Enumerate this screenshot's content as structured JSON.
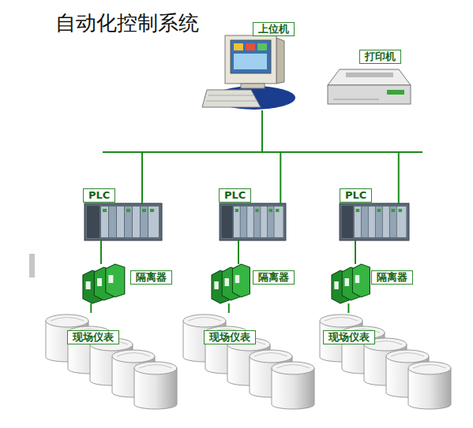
{
  "diagram": {
    "title": "自动化控制系统",
    "nodes": [
      {
        "text": [
          "上位机"
        ]
      },
      {
        "text": [
          "打印机"
        ]
      },
      {
        "text": [
          "PLC"
        ]
      },
      {
        "text": [
          "PLC"
        ]
      },
      {
        "text": [
          "PLC"
        ]
      },
      {
        "text": [
          "隔离器"
        ]
      },
      {
        "text": [
          "隔离器"
        ]
      },
      {
        "text": [
          "隔离器"
        ]
      },
      {
        "text": [
          "现场仪表"
        ]
      },
      {
        "text": [
          "现场仪表"
        ]
      },
      {
        "text": [
          "现场仪表"
        ]
      }
    ],
    "edges": [
      {
        "from": 0,
        "to": 2,
        "arrow": "none"
      },
      {
        "from": 0,
        "to": 3,
        "arrow": "none"
      },
      {
        "from": 0,
        "to": 4,
        "arrow": "none"
      },
      {
        "from": 2,
        "to": 5,
        "arrow": "none"
      },
      {
        "from": 3,
        "to": 6,
        "arrow": "none"
      },
      {
        "from": 4,
        "to": 7,
        "arrow": "none"
      },
      {
        "from": 5,
        "to": 8,
        "arrow": "none"
      },
      {
        "from": 6,
        "to": 9,
        "arrow": "none"
      },
      {
        "from": 7,
        "to": 10,
        "arrow": "none"
      }
    ]
  }
}
